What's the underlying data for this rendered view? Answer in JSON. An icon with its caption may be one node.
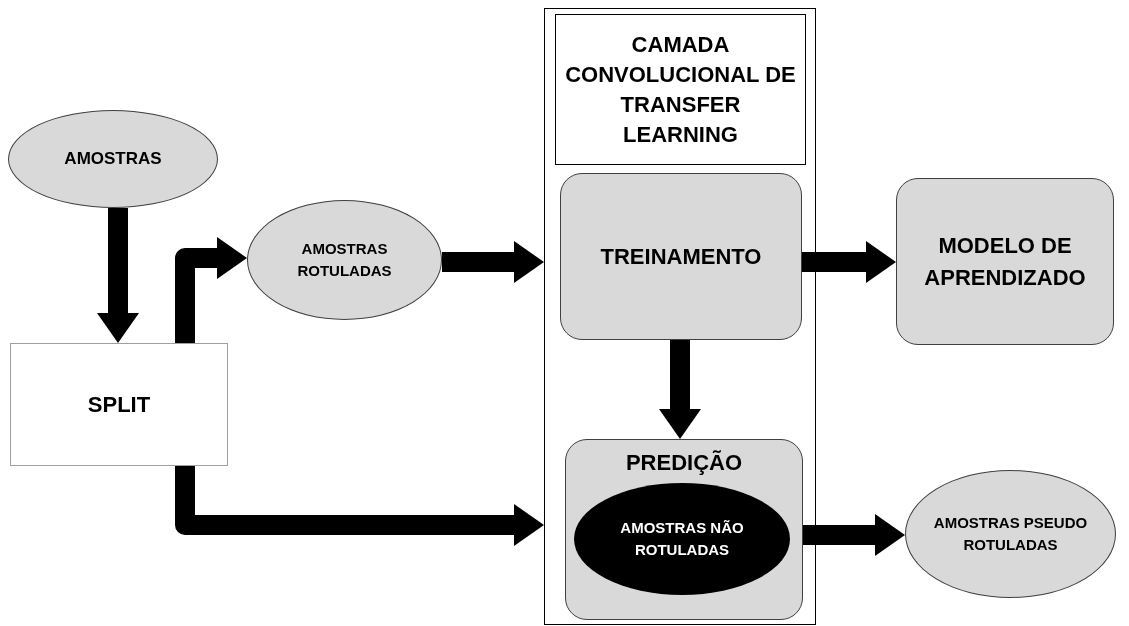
{
  "diagram": {
    "nodes": [
      {
        "text": [
          "AMOSTRAS"
        ]
      },
      {
        "text": [
          "SPLIT"
        ]
      },
      {
        "text": [
          "AMOSTRAS ROTULADAS"
        ]
      },
      {
        "text": [],
        "shape": "box"
      },
      {
        "text": [
          "CAMADA CONVOLUCIONAL DE TRANSFER LEARNING"
        ],
        "in": 3
      },
      {
        "text": [
          "TREINAMENTO"
        ],
        "in": 3
      },
      {
        "text": [
          "PREDIÇÃO"
        ],
        "in": 3
      },
      {
        "text": [
          "AMOSTRAS NÃO ROTULADAS"
        ],
        "in": 6
      },
      {
        "text": [
          "MODELO DE APRENDIZADO"
        ]
      },
      {
        "text": [
          "AMOSTRAS PSEUDO ROTULADAS"
        ]
      }
    ],
    "edges": [
      {
        "from": 0,
        "to": 1,
        "arrow": "to"
      },
      {
        "from": 1,
        "to": 2,
        "arrow": "to"
      },
      {
        "from": 2,
        "to": 3,
        "arrow": "to"
      },
      {
        "from": 5,
        "to": 8,
        "arrow": "to"
      },
      {
        "from": 5,
        "to": 6,
        "arrow": "to"
      },
      {
        "from": 1,
        "to": 3,
        "arrow": "to"
      },
      {
        "from": 6,
        "to": 9,
        "arrow": "to"
      }
    ]
  }
}
